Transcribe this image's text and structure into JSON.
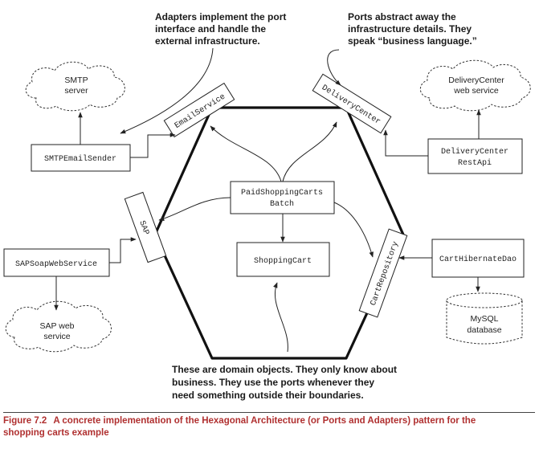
{
  "hexagon": {
    "ports": {
      "email_service": "EmailService",
      "delivery_center": "DeliveryCenter",
      "sap": "SAP",
      "cart_repository": "CartRepository"
    },
    "domain": {
      "batch_line1": "PaidShoppingCarts",
      "batch_line2": "Batch",
      "shopping_cart": "ShoppingCart"
    }
  },
  "adapters": {
    "smtp_email_sender": "SMTPEmailSender",
    "delivery_center_rest_line1": "DeliveryCenter",
    "delivery_center_rest_line2": "RestApi",
    "sap_soap_web_service": "SAPSoapWebService",
    "cart_hibernate_dao": "CartHibernateDao"
  },
  "infrastructure": {
    "smtp_line1": "SMTP",
    "smtp_line2": "server",
    "delivery_ws_line1": "DeliveryCenter",
    "delivery_ws_line2": "web service",
    "sap_ws_line1": "SAP web",
    "sap_ws_line2": "service",
    "mysql_line1": "MySQL",
    "mysql_line2": "database"
  },
  "annotations": {
    "adapters_note": [
      "Adapters implement the port",
      "interface and handle the",
      "external infrastructure."
    ],
    "ports_note": [
      "Ports abstract away the",
      "infrastructure details. They",
      "speak “business language.”"
    ],
    "domain_note": [
      "These are domain objects. They only know about",
      "business. They use the ports whenever they",
      "need something outside their boundaries."
    ]
  },
  "caption": {
    "figure_label": "Figure 7.2",
    "line1": "A concrete implementation of the Hexagonal Architecture (or Ports and Adapters) pattern for the",
    "line2": "shopping carts example"
  }
}
